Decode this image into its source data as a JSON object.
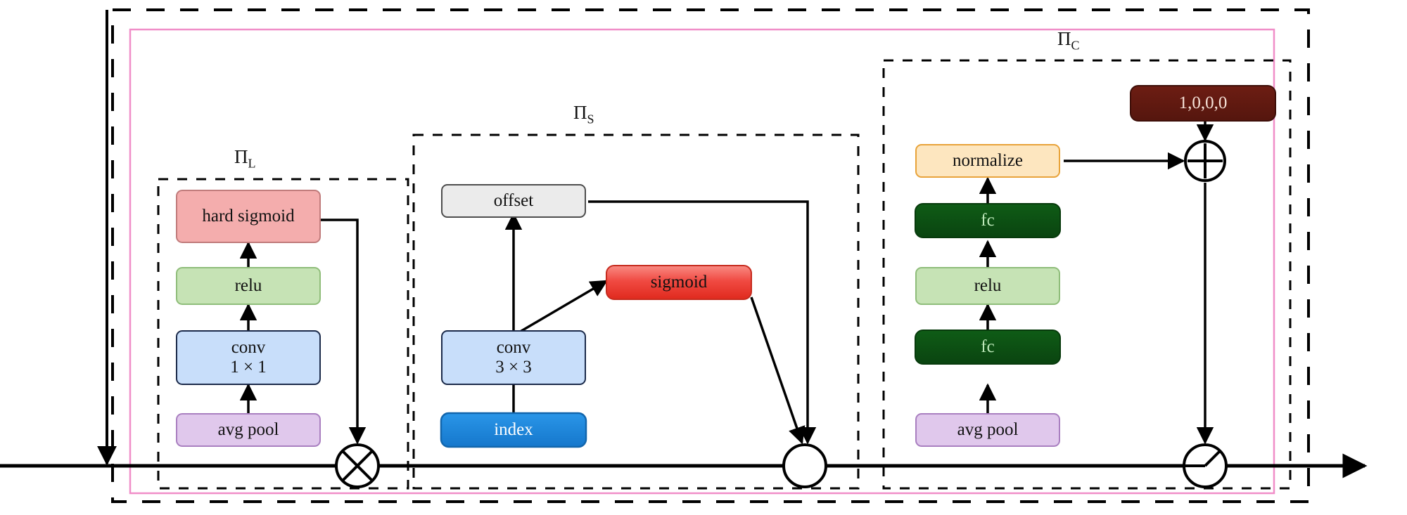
{
  "diagram": {
    "title": "attention module block diagram",
    "outer_box": {
      "style": "dashed",
      "color": "#000000"
    },
    "inner_box": {
      "style": "solid",
      "color": "#f08ec8"
    },
    "groups": [
      {
        "id": "piL",
        "label": "Π",
        "subscript": "L"
      },
      {
        "id": "piS",
        "label": "Π",
        "subscript": "S"
      },
      {
        "id": "piC",
        "label": "Π",
        "subscript": "C"
      }
    ],
    "nodes": [
      {
        "id": "l-hard-sigmoid",
        "label": "hard sigmoid",
        "fill": "#f4adad",
        "stroke": "#c07b7b",
        "text": "#111111"
      },
      {
        "id": "l-relu",
        "label": "relu",
        "fill": "#c6e3b5",
        "stroke": "#8fbd7a",
        "text": "#111111"
      },
      {
        "id": "l-conv",
        "label": "conv\n1 × 1",
        "fill": "#c8defa",
        "stroke": "#1b2a4a",
        "text": "#111111"
      },
      {
        "id": "l-avgpool",
        "label": "avg pool",
        "fill": "#e0c8ec",
        "stroke": "#a97fc0",
        "text": "#111111"
      },
      {
        "id": "s-offset",
        "label": "offset",
        "fill": "#ebebeb",
        "stroke": "#4d4d4d",
        "text": "#111111"
      },
      {
        "id": "s-sigmoid",
        "label": "sigmoid",
        "fill": "#ef3b3b",
        "stroke": "#c02020",
        "text": "#111111"
      },
      {
        "id": "s-conv",
        "label": "conv\n3 × 3",
        "fill": "#c8defa",
        "stroke": "#1b2a4a",
        "text": "#111111"
      },
      {
        "id": "s-index",
        "label": "index",
        "fill": "#1e8ae0",
        "stroke": "#0f6cb5",
        "text": "#ffffff"
      },
      {
        "id": "c-onehot",
        "label": "1,0,0,0",
        "fill": "#641a12",
        "stroke": "#43110b",
        "text": "#f6e2d8"
      },
      {
        "id": "c-normalize",
        "label": "normalize",
        "fill": "#fde6bf",
        "stroke": "#e8a33a",
        "text": "#111111"
      },
      {
        "id": "c-fc-top",
        "label": "fc",
        "fill": "#0c5012",
        "stroke": "#073a0c",
        "text": "#bde8b9"
      },
      {
        "id": "c-relu",
        "label": "relu",
        "fill": "#c6e3b5",
        "stroke": "#8fbd7a",
        "text": "#111111"
      },
      {
        "id": "c-fc-bottom",
        "label": "fc",
        "fill": "#0c5012",
        "stroke": "#073a0c",
        "text": "#bde8b9"
      },
      {
        "id": "c-avgpool",
        "label": "avg pool",
        "fill": "#e0c8ec",
        "stroke": "#a97fc0",
        "text": "#111111"
      }
    ],
    "operators": [
      {
        "id": "op-multiply",
        "glyph": "cross-circle",
        "name": "multiply"
      },
      {
        "id": "op-plain",
        "glyph": "empty-circle",
        "name": "combine"
      },
      {
        "id": "op-slash",
        "glyph": "slash-circle",
        "name": "scale"
      }
    ]
  }
}
